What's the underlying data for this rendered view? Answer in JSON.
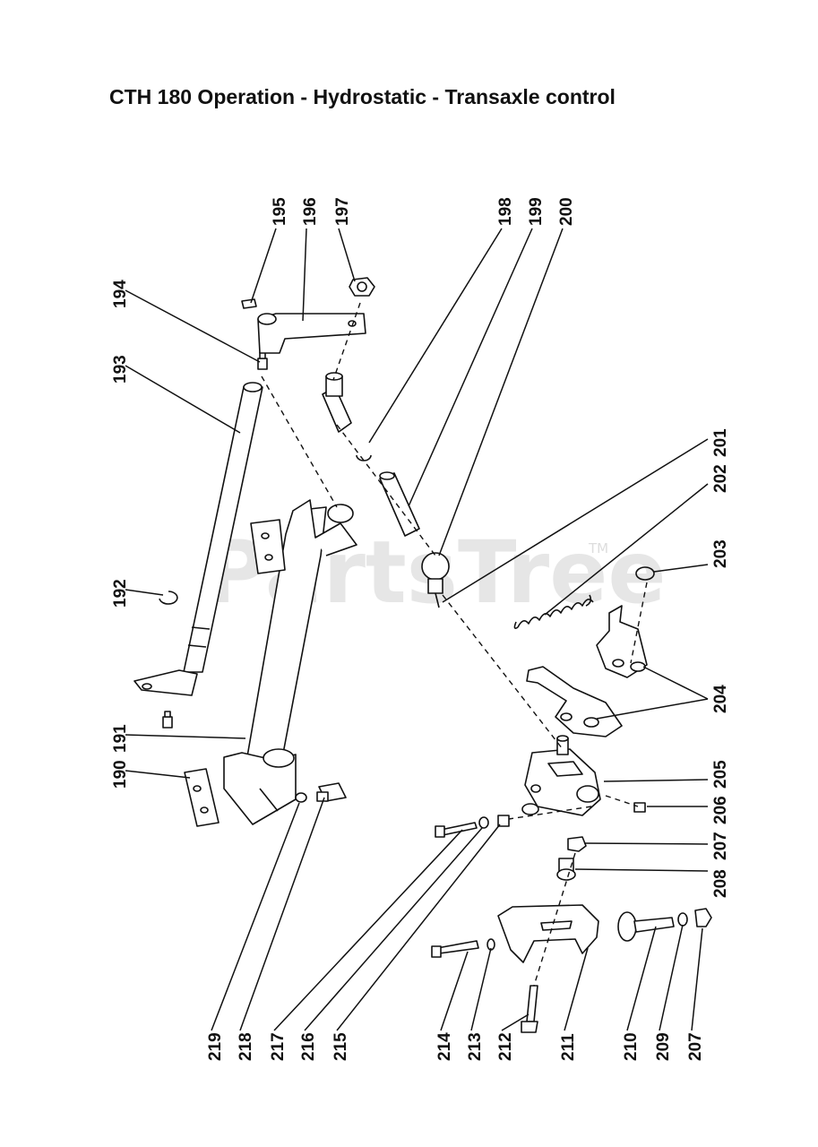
{
  "title": "CTH 180 Operation - Hydrostatic - Transaxle control",
  "watermark": {
    "text": "PartsTree",
    "trademark": "TM"
  },
  "callouts": {
    "left_group": [
      "190",
      "191",
      "192",
      "193",
      "194"
    ],
    "top_group": [
      "195",
      "196",
      "197",
      "198",
      "199",
      "200"
    ],
    "right_group": [
      "201",
      "202",
      "203",
      "204",
      "205",
      "206",
      "207",
      "208"
    ],
    "bottom_group": [
      "207",
      "209",
      "210",
      "211",
      "212",
      "213",
      "214",
      "215",
      "216",
      "217",
      "218",
      "219"
    ]
  },
  "labels": {
    "l190": "190",
    "l191": "191",
    "l192": "192",
    "l193": "193",
    "l194": "194",
    "l195": "195",
    "l196": "196",
    "l197": "197",
    "l198": "198",
    "l199": "199",
    "l200": "200",
    "l201": "201",
    "l202": "202",
    "l203": "203",
    "l204": "204",
    "l205": "205",
    "l206": "206",
    "l207a": "207",
    "l208": "208",
    "l209": "209",
    "l210": "210",
    "l207b": "207",
    "l211": "211",
    "l212": "212",
    "l213": "213",
    "l214": "214",
    "l215": "215",
    "l216": "216",
    "l217": "217",
    "l218": "218",
    "l219": "219"
  },
  "colors": {
    "ink": "#111111",
    "watermark": "#e6e6e6",
    "background": "#ffffff"
  }
}
